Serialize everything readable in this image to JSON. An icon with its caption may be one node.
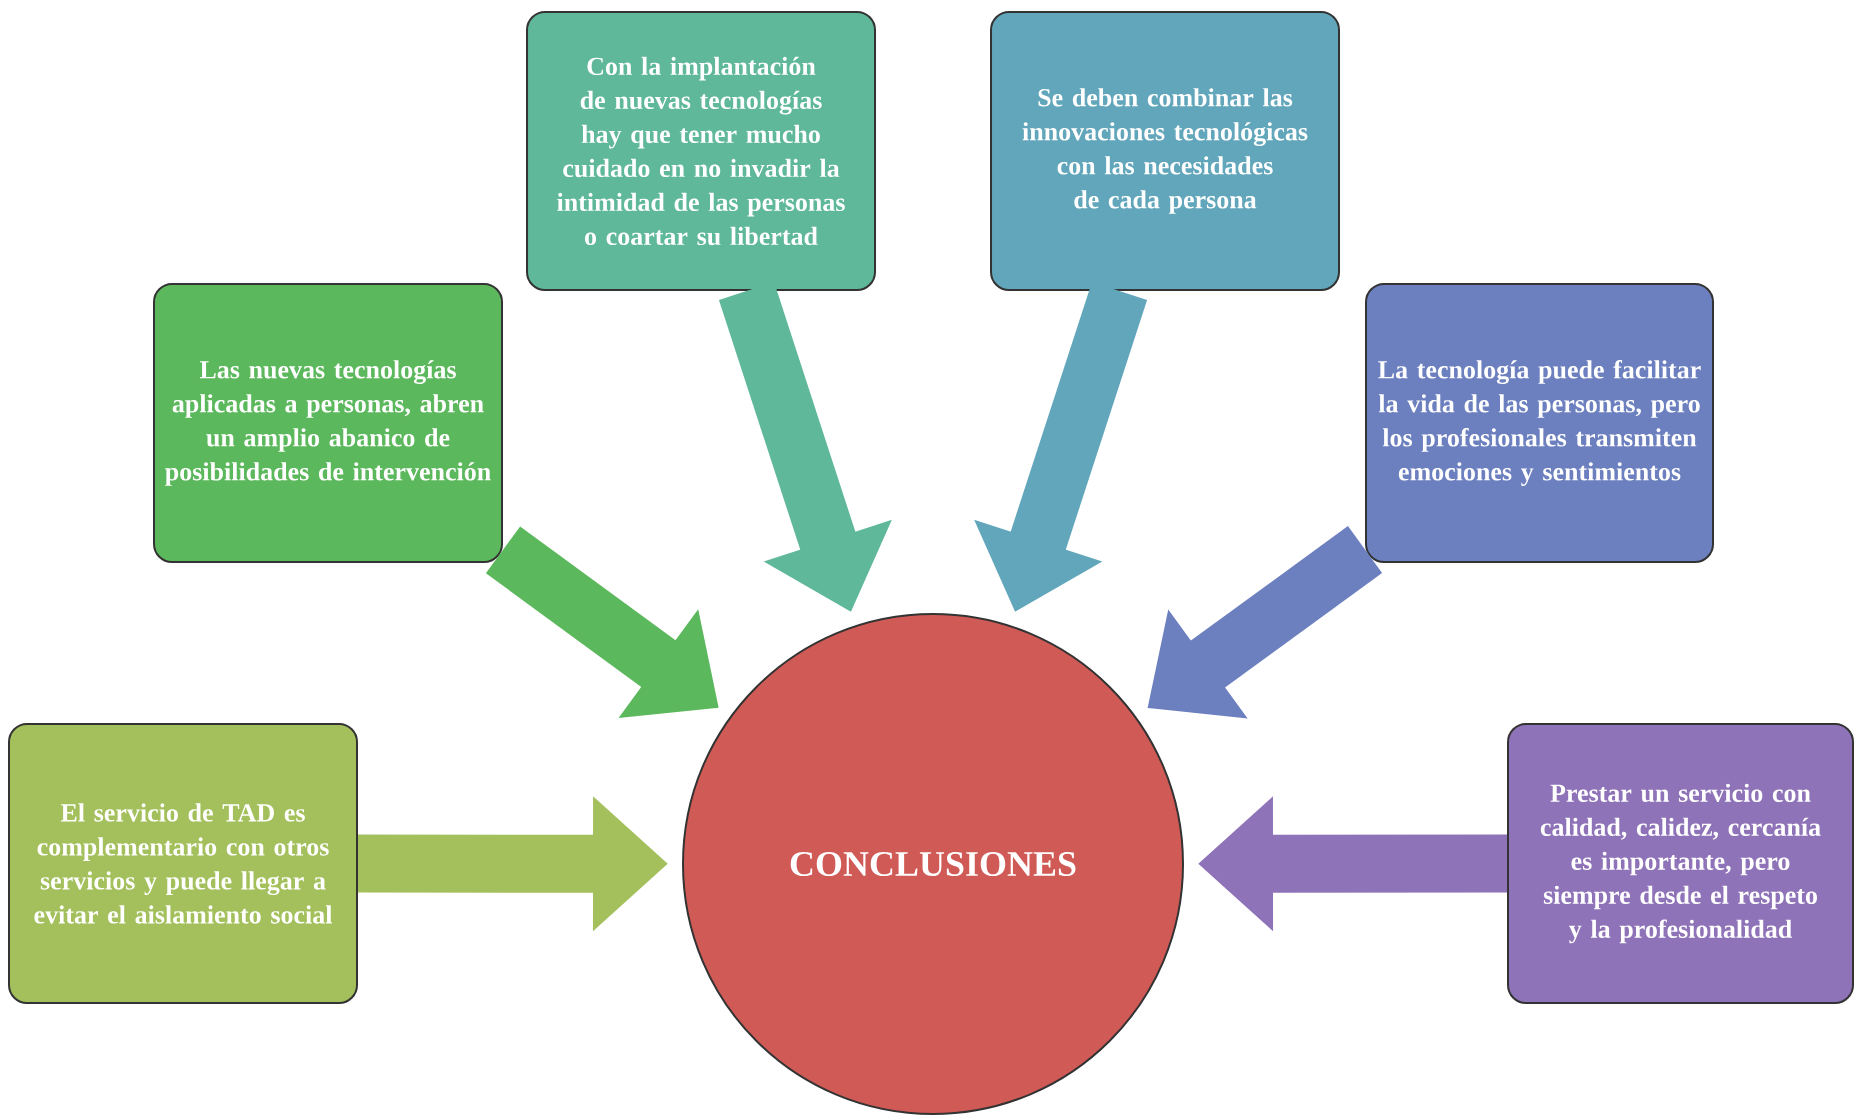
{
  "diagram": {
    "nodes": [
      {
        "text": [
          "Con la implantación de nuevas tecnologías hay que tener mucho cuidado en no invadir la intimidad de las personas  o coartar su libertad"
        ]
      },
      {
        "text": [
          "Se deben combinar  las innovaciones tecnológicas con las necesidades de cada persona"
        ]
      },
      {
        "text": [
          "Las nuevas tecnologías aplicadas a personas, abren un amplio abanico de posibilidades de intervención"
        ]
      },
      {
        "text": [
          "La tecnología puede facilitar la vida de las personas,  pero los profesionales transmiten emociones y sentimientos"
        ]
      },
      {
        "text": [
          "El servicio de TAD es complementario con otros servicios  y puede llegar a evitar el aislamiento social"
        ]
      },
      {
        "text": [
          "CONCLUSIONES"
        ]
      },
      {
        "text": [
          "Prestar un servicio con calidad, calidez, cercanía es importante, pero siempre desde el respeto y la profesionalidad"
        ]
      }
    ],
    "edges": [
      {
        "from": 0,
        "to": 5,
        "arrow": "to"
      },
      {
        "from": 1,
        "to": 5,
        "arrow": "to"
      },
      {
        "from": 2,
        "to": 5,
        "arrow": "to"
      },
      {
        "from": 3,
        "to": 5,
        "arrow": "to"
      },
      {
        "from": 4,
        "to": 5,
        "arrow": "to"
      },
      {
        "from": 6,
        "to": 5,
        "arrow": "to"
      }
    ]
  }
}
